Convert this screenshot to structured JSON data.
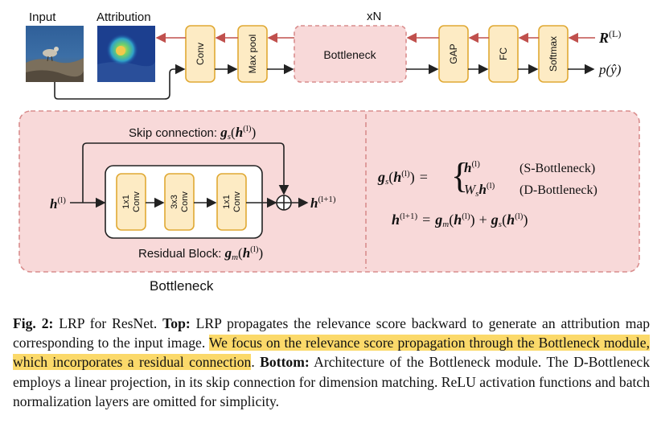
{
  "figure": {
    "top": {
      "input_label": "Input",
      "attribution_label": "Attribution",
      "repeat_label": "xN",
      "blocks": [
        "Conv",
        "Max pool",
        "Bottleneck",
        "GAP",
        "FC",
        "Softmax"
      ],
      "relevance_input": "R",
      "relevance_superscript": "(L)",
      "prediction_output": "p(ŷ)"
    },
    "bottom": {
      "skip_label": "Skip connection: ",
      "skip_math": "g",
      "skip_sub": "s",
      "h": "h",
      "l": "(l)",
      "l1": "(l+1)",
      "residual_label": "Residual Block: ",
      "residual_sub": "m",
      "convs": [
        {
          "line1": "1x1",
          "line2": "Conv"
        },
        {
          "line1": "3x3",
          "line2": "Conv"
        },
        {
          "line1": "1x1",
          "line2": "Conv"
        }
      ],
      "module_title": "Bottleneck",
      "eq_case1_label": "(S-Bottleneck)",
      "eq_case2_label": "(D-Bottleneck)",
      "eq_W": "W",
      "eq_plus": "+",
      "eq_equals": "="
    }
  },
  "caption": {
    "fig_label": "Fig. 2:",
    "part1": " LRP for ResNet. ",
    "top_label": "Top:",
    "part2": " LRP propagates the relevance score backward to generate an attribution map corresponding to the input image. ",
    "highlighted": "We focus on the relevance score propagation through the Bottleneck module, which incorporates a residual connection",
    "part3": ". ",
    "bottom_label": "Bottom:",
    "part4": " Architecture of the Bottleneck module. The D-Bottleneck employs a linear projection, in its skip connection for dimension matching. ReLU activation functions and batch normalization layers are omitted for simplicity."
  },
  "colors": {
    "block_fill": "#fdebc4",
    "block_stroke": "#e0a934",
    "panel_fill": "#f8d9d9",
    "panel_stroke": "#d98d8d",
    "backward_arrow": "#c0504d",
    "highlight": "#fbd96a"
  }
}
